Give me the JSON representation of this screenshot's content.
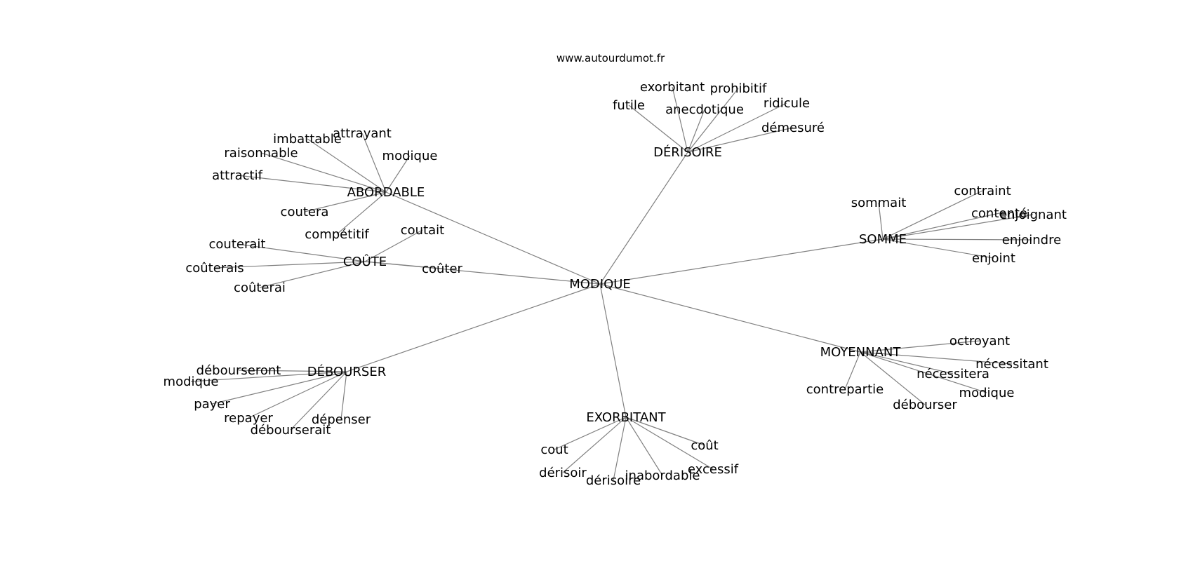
{
  "source": "www.autourdumot.fr",
  "center": "MODIQUE",
  "hubs": [
    {
      "id": "abordable",
      "label": "ABORDABLE",
      "leaves": [
        "attrayant",
        "imbattable",
        "raisonnable",
        "attractif",
        "modique",
        "coutera",
        "compétitif"
      ]
    },
    {
      "id": "derisoire",
      "label": "DÉRISOIRE",
      "leaves": [
        "exorbitant",
        "prohibitif",
        "futile",
        "anecdotique",
        "ridicule",
        "démesuré"
      ]
    },
    {
      "id": "coute",
      "label": "COÛTE",
      "leaves": [
        "couterait",
        "coûterais",
        "coûterai",
        "coutait",
        "coûter"
      ]
    },
    {
      "id": "somme",
      "label": "SOMME",
      "leaves": [
        "sommait",
        "contraint",
        "contenté",
        "enjoignant",
        "enjoindre",
        "enjoint"
      ]
    },
    {
      "id": "debourser",
      "label": "DÉBOURSER",
      "leaves": [
        "débourseront",
        "modique",
        "payer",
        "repayer",
        "débourserait",
        "dépenser"
      ]
    },
    {
      "id": "exorbitant",
      "label": "EXORBITANT",
      "leaves": [
        "cout",
        "dérisoir",
        "dérisoire",
        "inabordable",
        "coût",
        "excessif"
      ]
    },
    {
      "id": "moyennant",
      "label": "MOYENNANT",
      "leaves": [
        "octroyant",
        "nécessitant",
        "nécessitera",
        "contrepartie",
        "débourser",
        "modique"
      ]
    }
  ]
}
